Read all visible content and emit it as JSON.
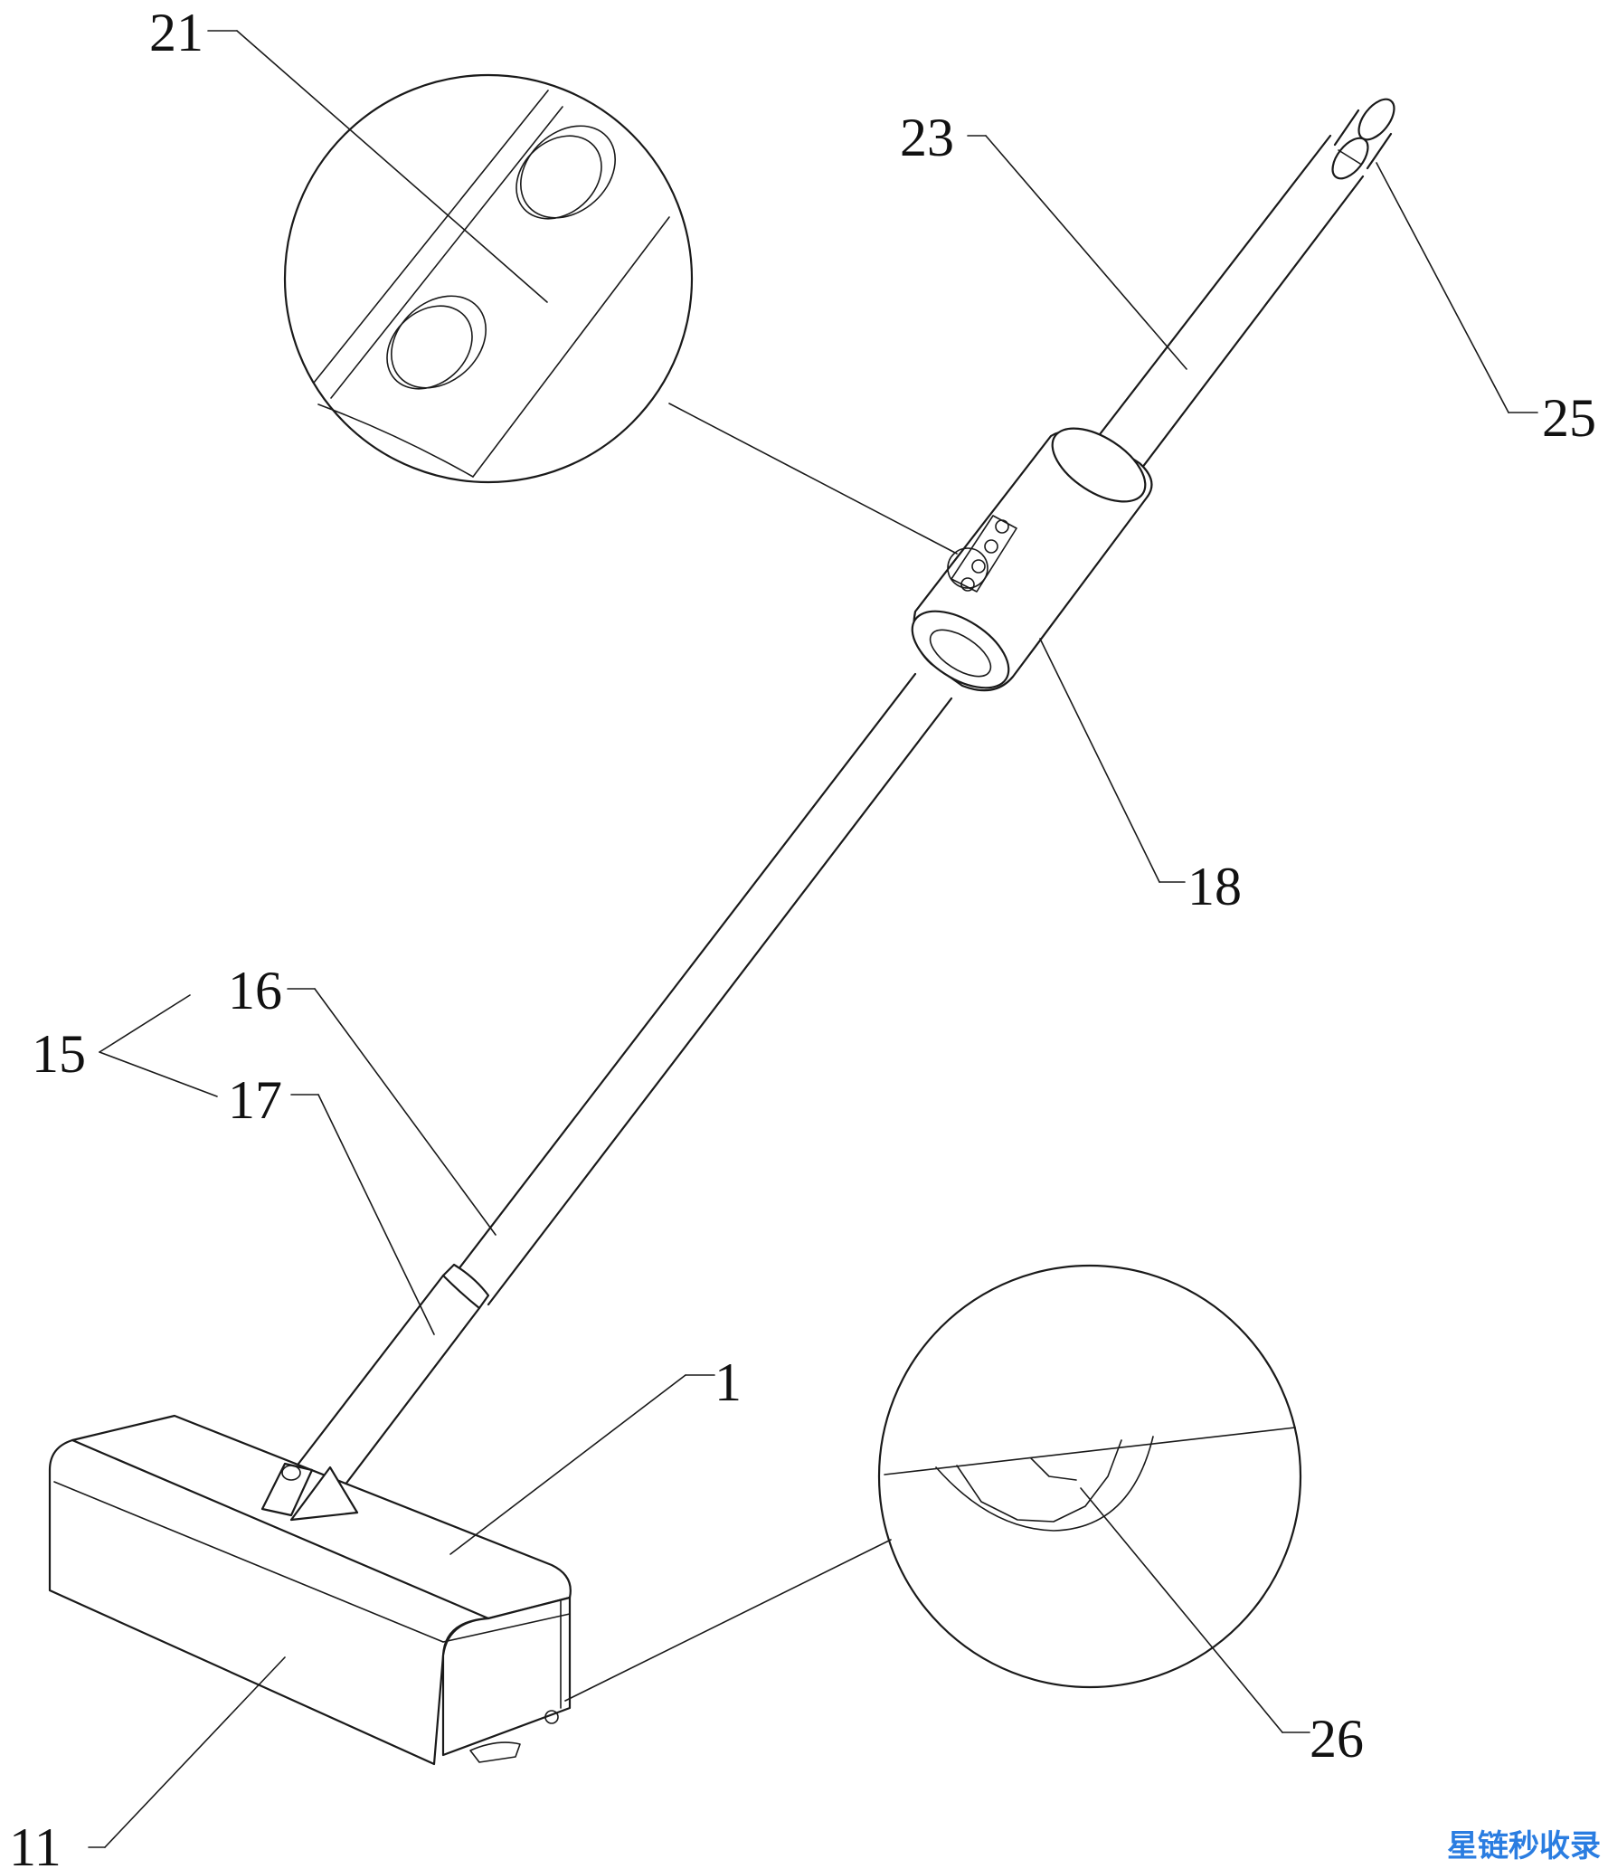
{
  "labels": {
    "l21": "21",
    "l23": "23",
    "l25": "25",
    "l18": "18",
    "l16": "16",
    "l15": "15",
    "l17": "17",
    "l1": "1",
    "l26": "26",
    "l11": "11"
  },
  "watermark": {
    "text": "星链秒收录",
    "color": "#2a7de1"
  }
}
